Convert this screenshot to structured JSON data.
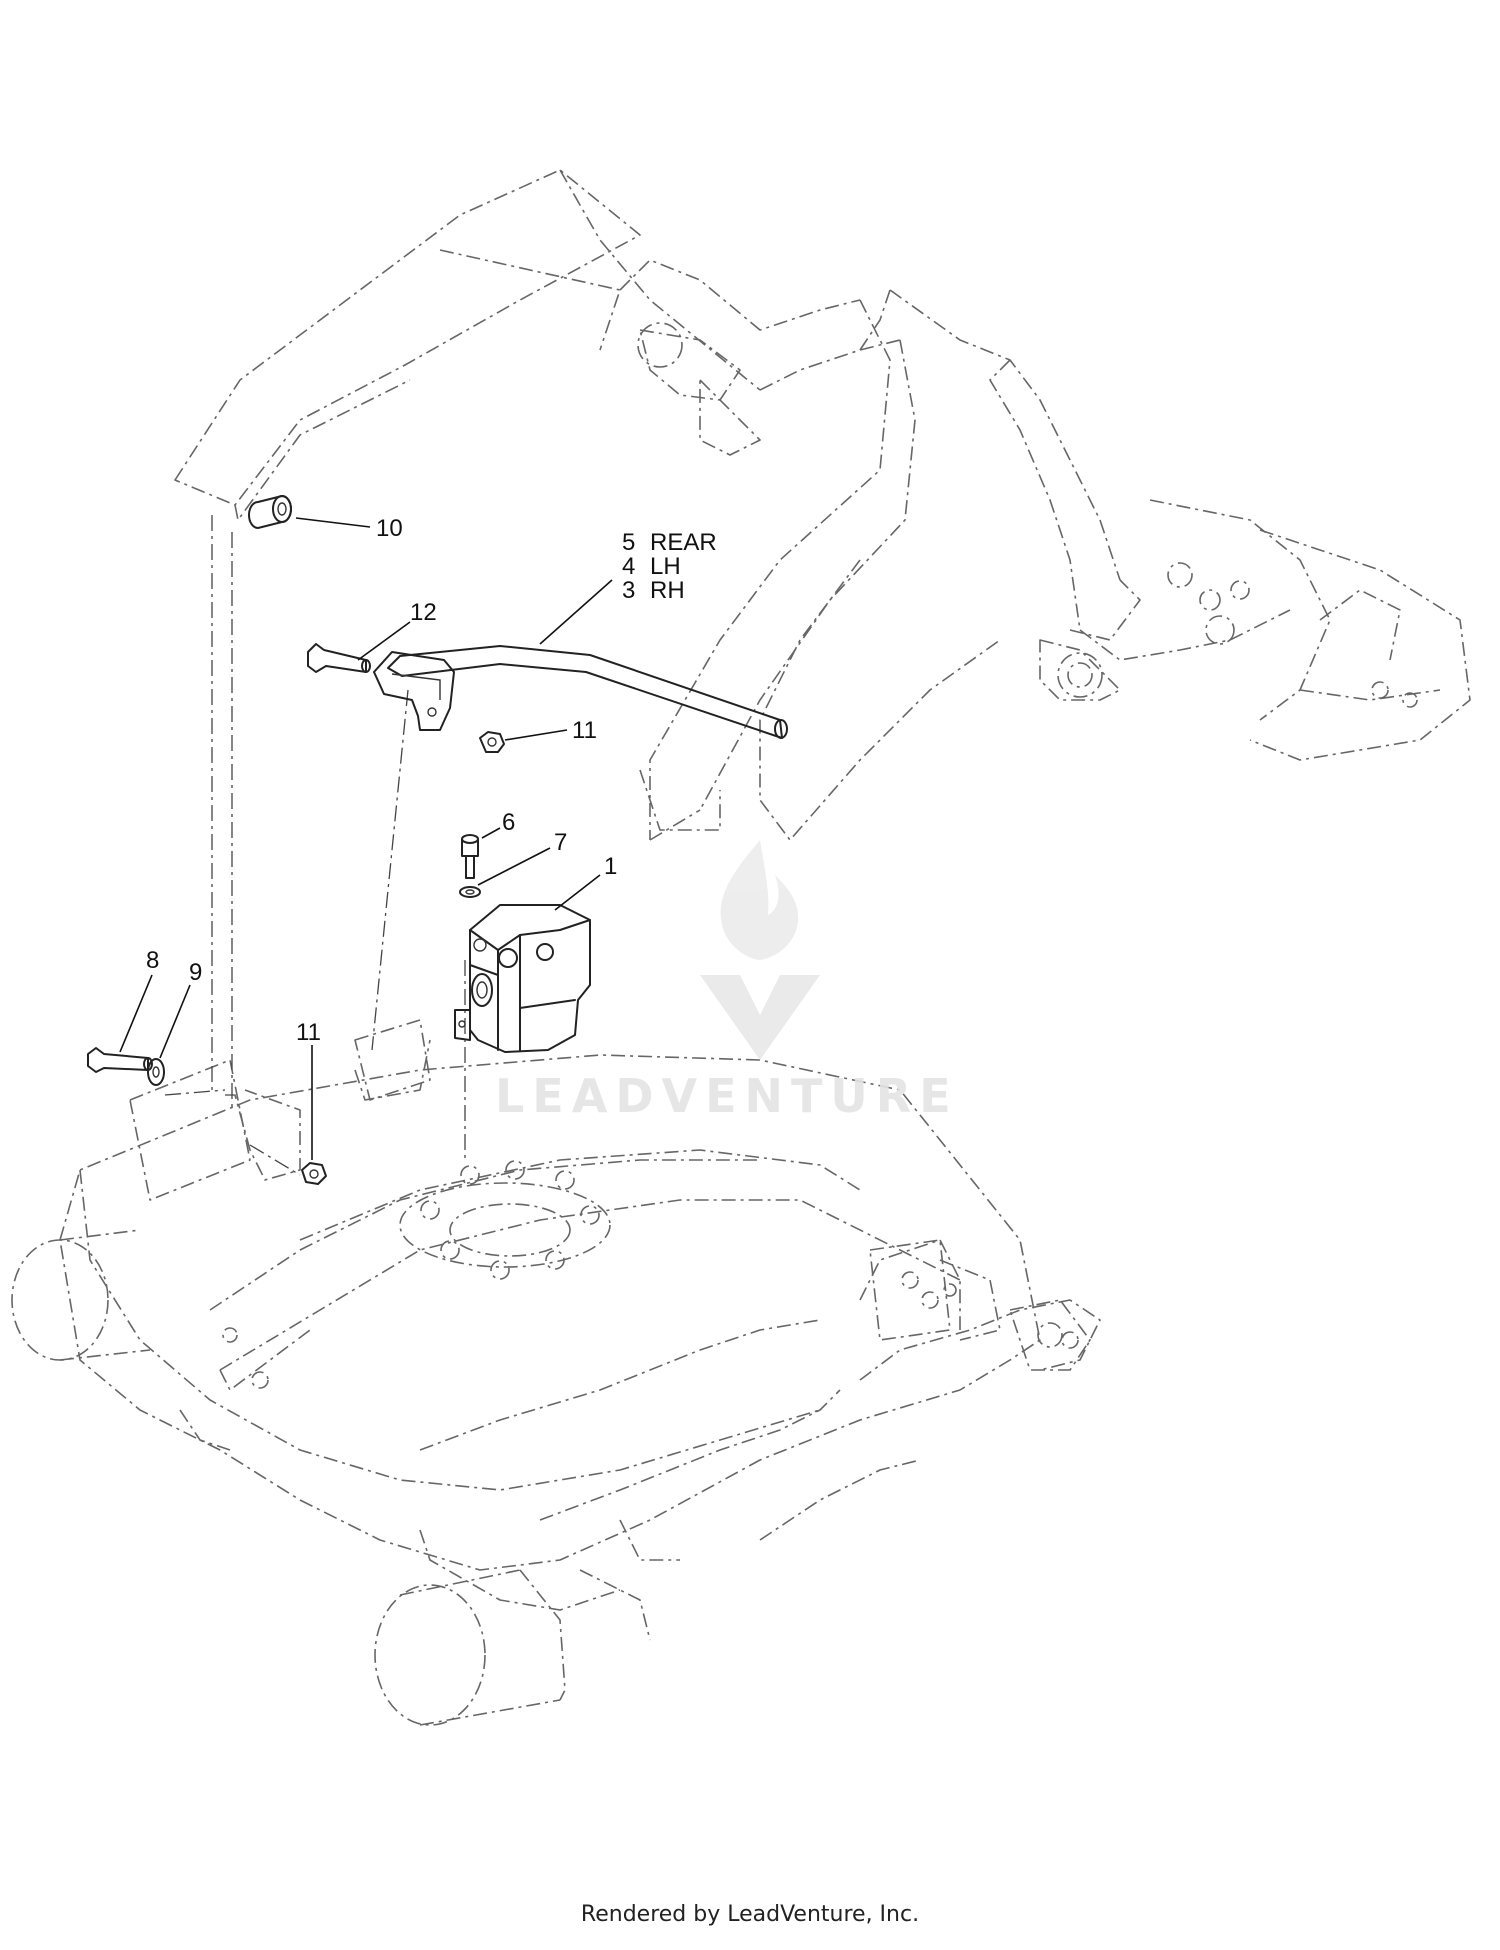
{
  "callouts": {
    "c10": "10",
    "c5": "5",
    "c5_desc": "REAR",
    "c4": "4",
    "c4_desc": "LH",
    "c3": "3",
    "c3_desc": "RH",
    "c12": "12",
    "c11_top": "11",
    "c6": "6",
    "c7": "7",
    "c1": "1",
    "c8": "8",
    "c9": "9",
    "c11_bottom": "11"
  },
  "watermark": {
    "brand": "LEADVENTURE"
  },
  "footer": {
    "text": "Rendered by LeadVenture, Inc."
  }
}
